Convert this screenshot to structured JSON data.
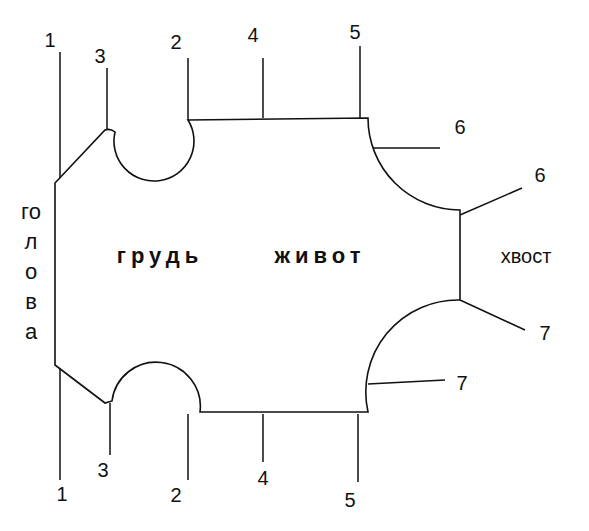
{
  "diagram": {
    "nodes": [
      {
        "text": [
          "грудь",
          "живот"
        ]
      }
    ],
    "labels": [
      "1",
      "3",
      "2",
      "4",
      "5",
      "6",
      "6",
      "голова",
      "хвост",
      "7",
      "7",
      "3",
      "1",
      "2",
      "4",
      "5"
    ]
  }
}
